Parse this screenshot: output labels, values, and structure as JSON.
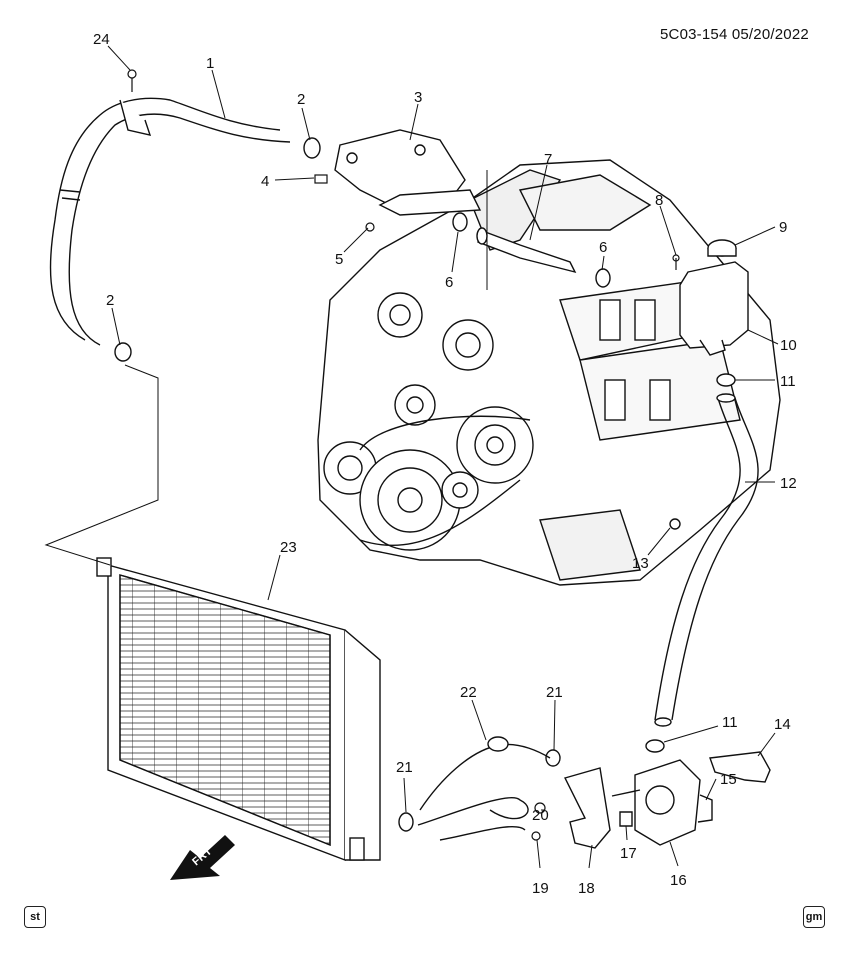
{
  "document_code": "5C03-154 05/20/2022",
  "callouts": [
    {
      "id": "c24",
      "label": "24"
    },
    {
      "id": "c1",
      "label": "1"
    },
    {
      "id": "c2a",
      "label": "2"
    },
    {
      "id": "c3",
      "label": "3"
    },
    {
      "id": "c4",
      "label": "4"
    },
    {
      "id": "c7",
      "label": "7"
    },
    {
      "id": "c8",
      "label": "8"
    },
    {
      "id": "c9",
      "label": "9"
    },
    {
      "id": "c5",
      "label": "5"
    },
    {
      "id": "c6a",
      "label": "6"
    },
    {
      "id": "c6b",
      "label": "6"
    },
    {
      "id": "c2b",
      "label": "2"
    },
    {
      "id": "c10",
      "label": "10"
    },
    {
      "id": "c11a",
      "label": "11"
    },
    {
      "id": "c12",
      "label": "12"
    },
    {
      "id": "c13",
      "label": "13"
    },
    {
      "id": "c23",
      "label": "23"
    },
    {
      "id": "c22",
      "label": "22"
    },
    {
      "id": "c21a",
      "label": "21"
    },
    {
      "id": "c21b",
      "label": "21"
    },
    {
      "id": "c11b",
      "label": "11"
    },
    {
      "id": "c14",
      "label": "14"
    },
    {
      "id": "c15",
      "label": "15"
    },
    {
      "id": "c20",
      "label": "20"
    },
    {
      "id": "c17",
      "label": "17"
    },
    {
      "id": "c16",
      "label": "16"
    },
    {
      "id": "c18",
      "label": "18"
    },
    {
      "id": "c19",
      "label": "19"
    }
  ],
  "direction_arrow": {
    "label": "FRT",
    "icon": "front-direction-arrow-icon"
  },
  "badges": {
    "left": "st",
    "right": "gm"
  },
  "colors": {
    "line": "#111111",
    "fill": "#ffffff",
    "shade": "#d9d9d9"
  }
}
